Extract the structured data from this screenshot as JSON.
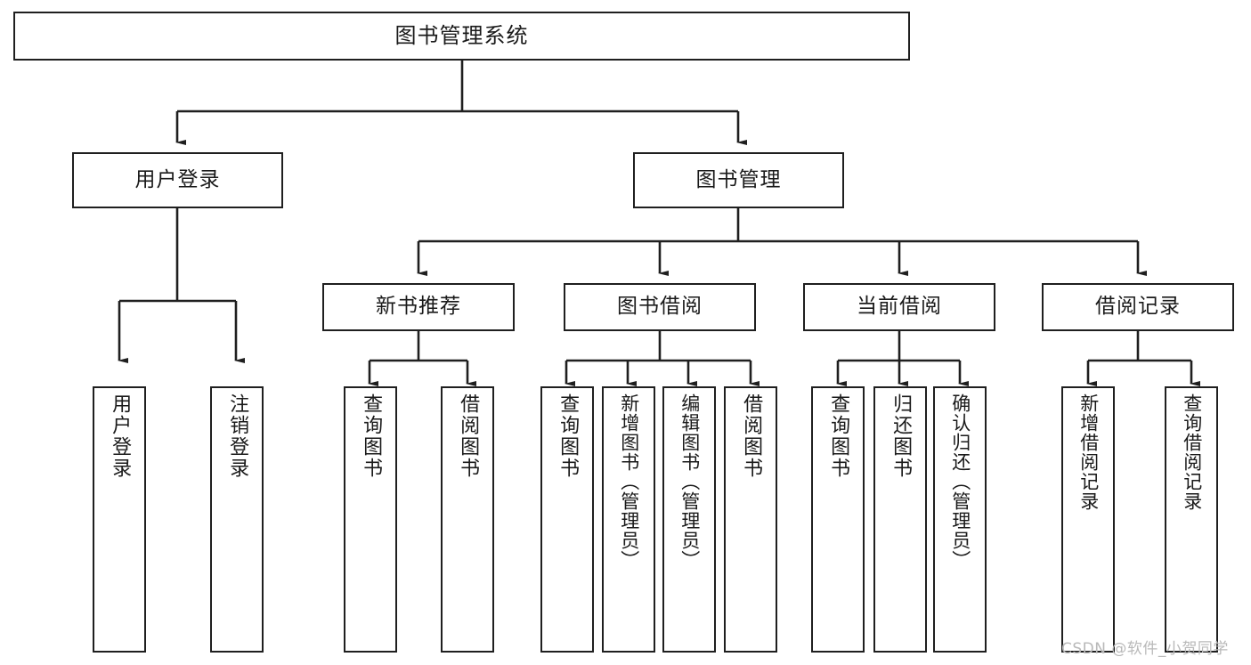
{
  "diagram": {
    "title": "图书管理系统",
    "type": "tree-hierarchy-chart",
    "root": {
      "label": "图书管理系统"
    },
    "level2": [
      {
        "label": "用户登录"
      },
      {
        "label": "图书管理"
      }
    ],
    "level3": [
      {
        "label": "新书推荐"
      },
      {
        "label": "图书借阅"
      },
      {
        "label": "当前借阅"
      },
      {
        "label": "借阅记录"
      }
    ],
    "leaves": {
      "user_login": [
        {
          "label": "用户登录"
        },
        {
          "label": "注销登录"
        }
      ],
      "new_book_recommend": [
        {
          "label": "查询图书"
        },
        {
          "label": "借阅图书"
        }
      ],
      "book_borrow": [
        {
          "label": "查询图书"
        },
        {
          "label": "新增图书（管理员）"
        },
        {
          "label": "编辑图书（管理员）"
        },
        {
          "label": "借阅图书"
        }
      ],
      "current_borrow": [
        {
          "label": "查询图书"
        },
        {
          "label": "归还图书"
        },
        {
          "label": "确认归还（管理员）"
        }
      ],
      "borrow_records": [
        {
          "label": "新增借阅记录"
        },
        {
          "label": "查询借阅记录"
        }
      ]
    }
  },
  "watermark": {
    "text": "CSDN @软件_小贺同学"
  },
  "colors": {
    "stroke": "#1f1f1f",
    "fill": "#ffffff",
    "text": "#1a1a1a",
    "watermark": "#b9b9b9"
  }
}
